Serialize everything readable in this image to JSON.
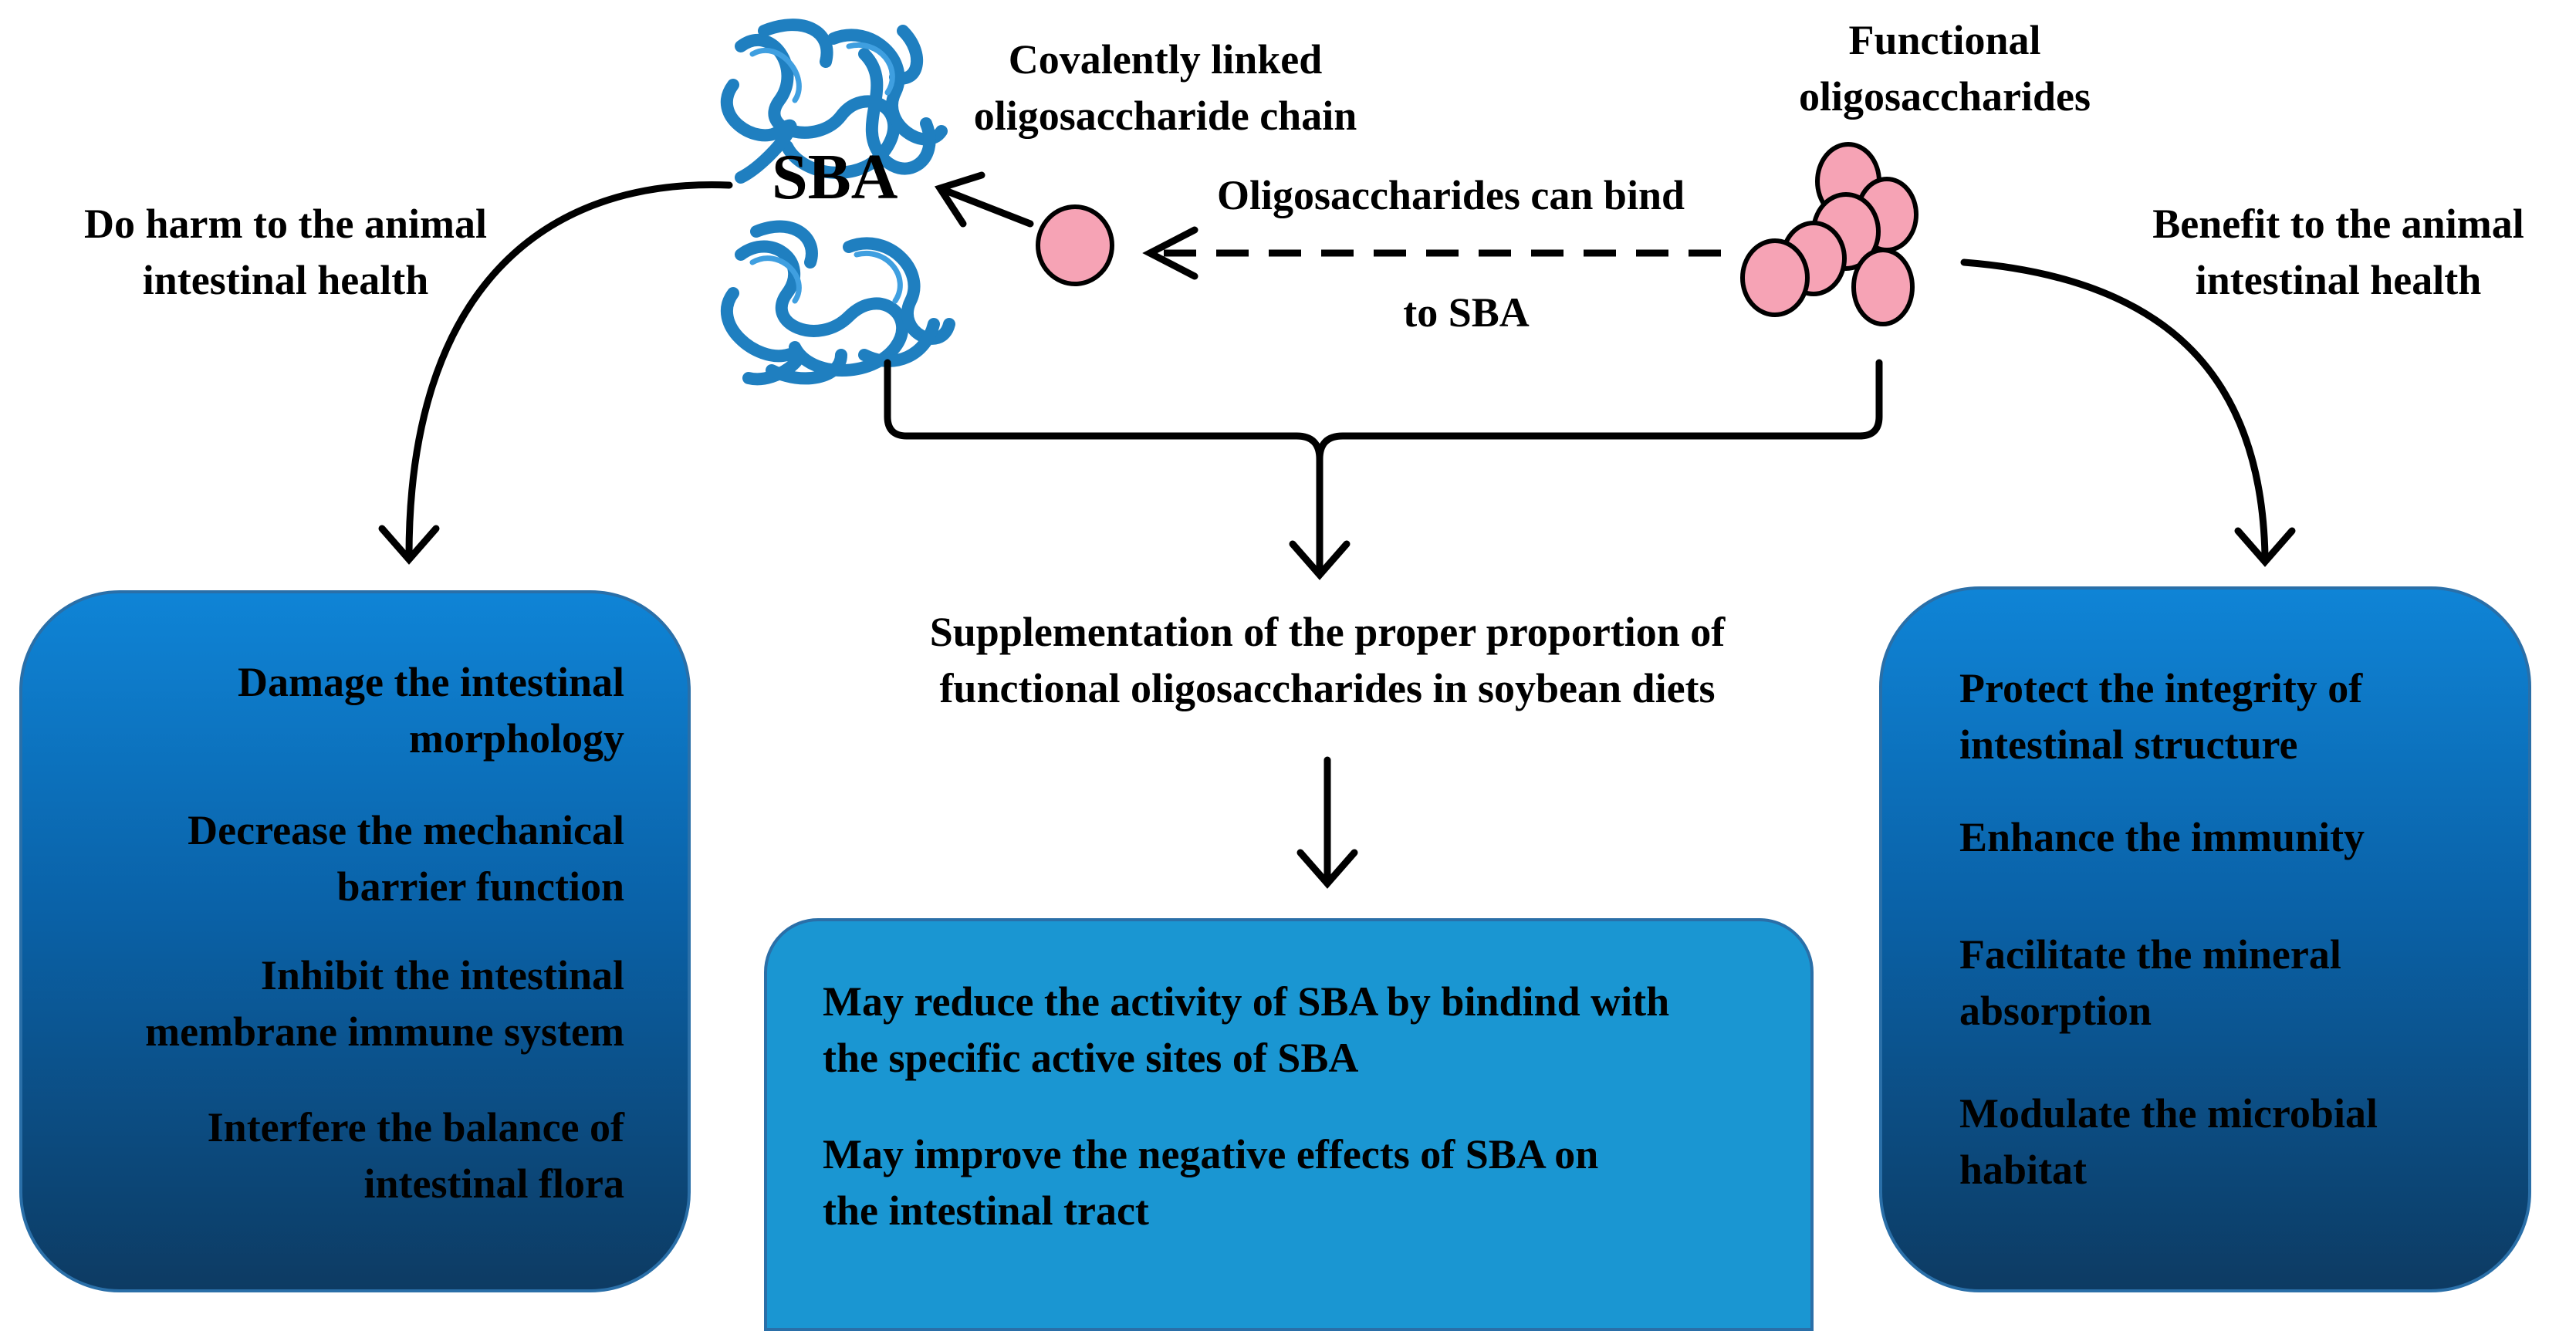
{
  "top": {
    "covalent_line1": "Covalently linked",
    "covalent_line2": "oligosaccharide chain",
    "functional_line1": "Functional",
    "functional_line2": "oligosaccharides",
    "sba": "SBA",
    "bind_line1": "Oligosaccharides can bind",
    "bind_line2": "to SBA",
    "harm_line1": "Do harm to the  animal",
    "harm_line2": "intestinal health",
    "benefit_line1": "Benefit to the  animal",
    "benefit_line2": "intestinal health"
  },
  "center": {
    "supp_line1": "Supplementation of the proper  proportion of",
    "supp_line2": "functional oligosaccharides in soybean diets"
  },
  "left_box": {
    "items": [
      {
        "line1": "Damage the intestinal",
        "line2": "morphology"
      },
      {
        "line1": "Decrease the mechanical",
        "line2": "barrier function"
      },
      {
        "line1": "Inhibit the intestinal",
        "line2": "membrane immune system"
      },
      {
        "line1": "Interfere the balance of",
        "line2": "intestinal flora"
      }
    ]
  },
  "middle_box": {
    "items": [
      {
        "line1": "May reduce the activity of SBA by bindind with",
        "line2": "the specific active sites of SBA"
      },
      {
        "line1": "May improve the negative effects of SBA on",
        "line2": "the intestinal tract"
      }
    ]
  },
  "right_box": {
    "items": [
      {
        "line1": "Protect the integrity of",
        "line2": "intestinal structure"
      },
      {
        "line1": "Enhance the immunity",
        "line2": ""
      },
      {
        "line1": "Facilitate the mineral",
        "line2": "absorption"
      },
      {
        "line1": "Modulate the microbial",
        "line2": "habitat"
      }
    ]
  },
  "colors": {
    "protein": "#1f7fc0",
    "sugar_fill": "#f6a3b5",
    "box_blue_top": "#0f84d6",
    "box_blue_bottom": "#0d3b63",
    "box_mid": "#1a96d2"
  },
  "icons": {
    "protein_structure": "sba-protein-ribbon-icon",
    "oligosaccharide": "pink-circle-icon",
    "oligosaccharide_cluster": "pink-circle-cluster-icon"
  }
}
